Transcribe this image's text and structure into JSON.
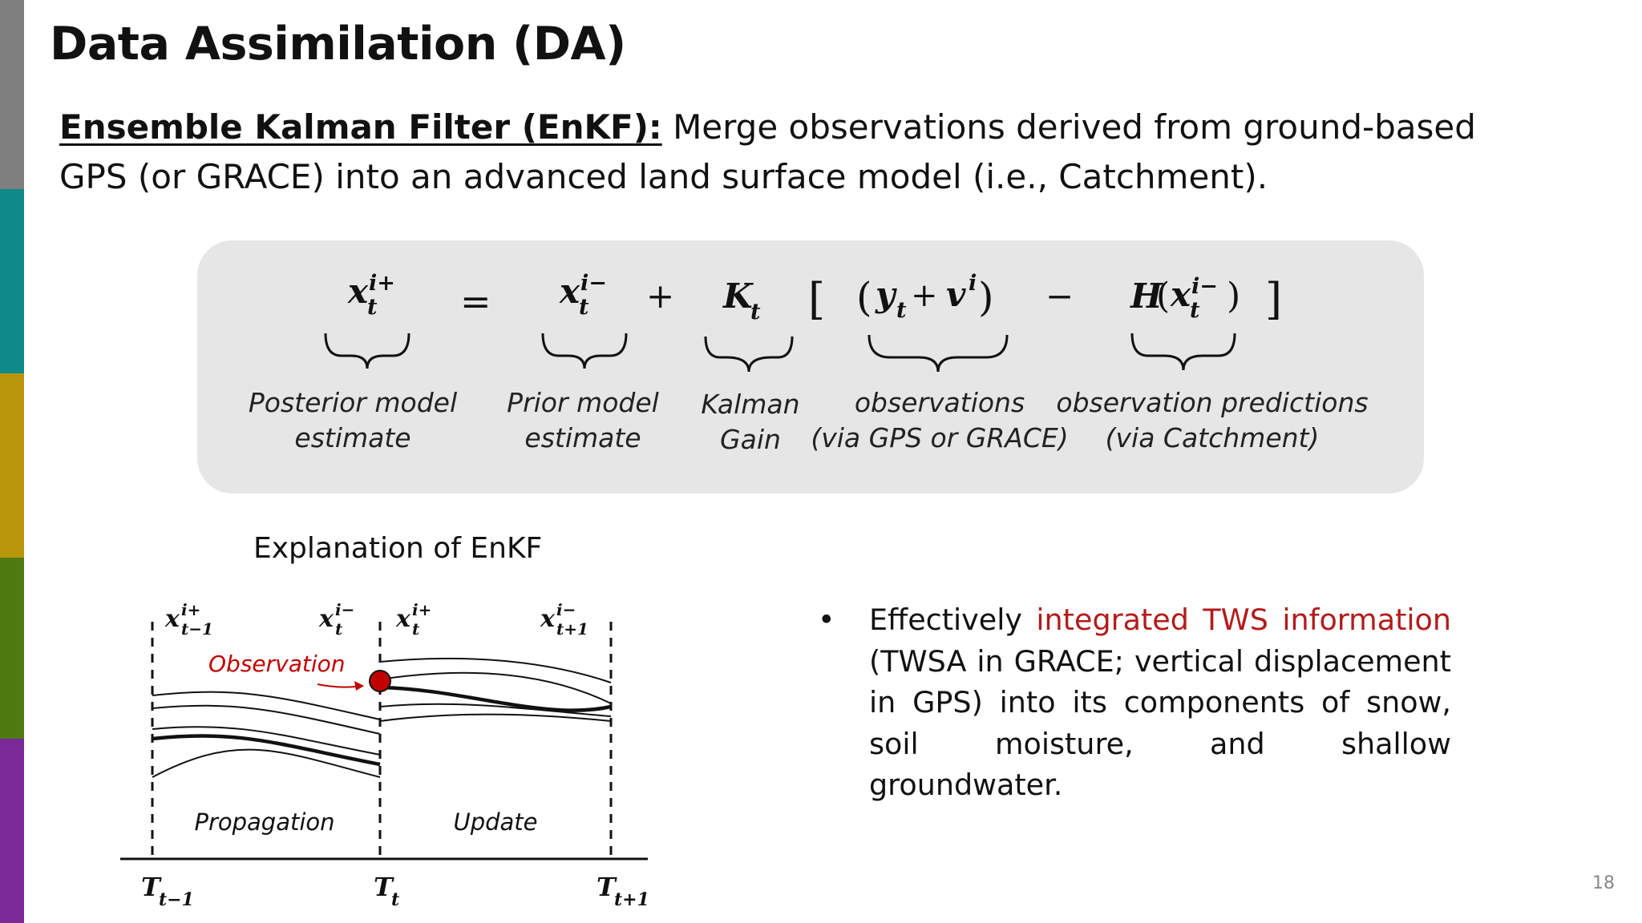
{
  "slide": {
    "title": "Data Assimilation (DA)",
    "subtitle_lead": "Ensemble Kalman Filter (EnKF):",
    "subtitle_rest": "  Merge observations derived from ground-based GPS (or GRACE) into an advanced land surface model (i.e., Catchment).",
    "page_number": "18",
    "strip_colors": [
      "#7f7f7f",
      "#0f8a8a",
      "#b8960c",
      "#4f7a12",
      "#7a2a98"
    ]
  },
  "equation": {
    "lhs": {
      "base": "x",
      "sub": "t",
      "sup": "i+"
    },
    "equals": "=",
    "prior": {
      "base": "x",
      "sub": "t",
      "sup": "i−"
    },
    "plus": "+",
    "gain": {
      "base": "K",
      "sub": "t"
    },
    "bracket_open": "[",
    "obs": {
      "open": "(",
      "y": "y",
      "y_sub": "t",
      "plus": " + ",
      "v": "v",
      "v_sup": "i",
      "close": ")"
    },
    "minus": "−",
    "pred": {
      "H": "H",
      "open": "(",
      "base": "x",
      "sub": "t",
      "sup": "i−",
      "close": ")"
    },
    "bracket_close": "]",
    "labels": [
      {
        "line1": "Posterior model",
        "line2": "estimate"
      },
      {
        "line1": "Prior model",
        "line2": "estimate"
      },
      {
        "line1": "Kalman",
        "line2": "Gain"
      },
      {
        "line1": "observations",
        "line2": "(via GPS or GRACE)"
      },
      {
        "line1": "observation predictions",
        "line2": "(via Catchment)"
      }
    ]
  },
  "explanation": {
    "heading": "Explanation of EnKF",
    "top_labels": [
      {
        "base": "x",
        "sub": "t−1",
        "sup": "i+"
      },
      {
        "base": "x",
        "sub": "t",
        "sup": "i−"
      },
      {
        "base": "x",
        "sub": "t",
        "sup": "i+"
      },
      {
        "base": "x",
        "sub": "t+1",
        "sup": "i−"
      }
    ],
    "observation_label": "Observation",
    "observation_color": "#c00000",
    "phase_labels": [
      "Propagation",
      "Update"
    ],
    "time_labels": [
      {
        "base": "T",
        "sub": "t−1"
      },
      {
        "base": "T",
        "sub": "t"
      },
      {
        "base": "T",
        "sub": "t+1"
      }
    ]
  },
  "bullet": {
    "marker": "•",
    "pre": "Effectively ",
    "highlight": "integrated TWS information",
    "post": " (TWSA in GRACE; vertical displacement in GPS) into its components of snow, soil moisture, and shallow groundwater."
  }
}
